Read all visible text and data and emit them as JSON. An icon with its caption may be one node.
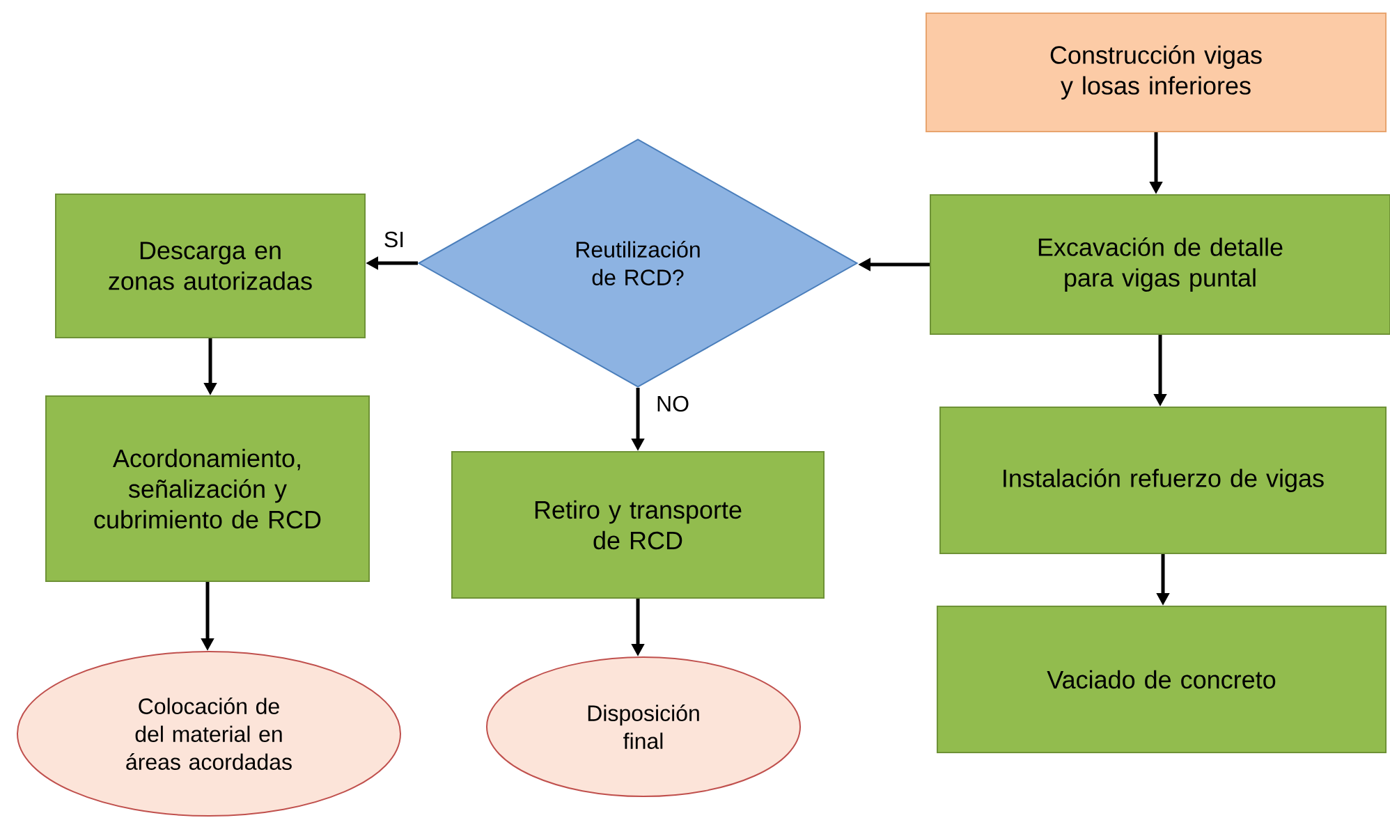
{
  "diagram": {
    "nodes": [
      {
        "text": [
          "Construcción vigas y losas inferiores"
        ]
      },
      {
        "text": [
          "Excavación de detalle para vigas puntal"
        ]
      },
      {
        "text": [
          "Reutilización de RCD?"
        ]
      },
      {
        "text": [
          "Descarga en zonas autorizadas"
        ]
      },
      {
        "text": [
          "Acordonamiento, señalización y cubrimiento de RCD"
        ]
      },
      {
        "text": [
          "Retiro y transporte de RCD"
        ]
      },
      {
        "text": [
          "Instalación refuerzo de vigas"
        ]
      },
      {
        "text": [
          "Vaciado de concreto"
        ]
      },
      {
        "text": [
          "Colocación de del material en áreas acordadas"
        ]
      },
      {
        "text": [
          "Disposición final"
        ]
      }
    ],
    "edges": [
      {
        "from": 0,
        "to": 1,
        "arrow": "to"
      },
      {
        "from": 1,
        "to": 2,
        "arrow": "to"
      },
      {
        "from": 2,
        "to": 3,
        "arrow": "to",
        "label": "SI"
      },
      {
        "from": 2,
        "to": 5,
        "arrow": "to",
        "label": "NO"
      },
      {
        "from": 3,
        "to": 4,
        "arrow": "to"
      },
      {
        "from": 4,
        "to": 8,
        "arrow": "to"
      },
      {
        "from": 5,
        "to": 9,
        "arrow": "to"
      },
      {
        "from": 1,
        "to": 6,
        "arrow": "to"
      },
      {
        "from": 6,
        "to": 7,
        "arrow": "to"
      }
    ]
  }
}
